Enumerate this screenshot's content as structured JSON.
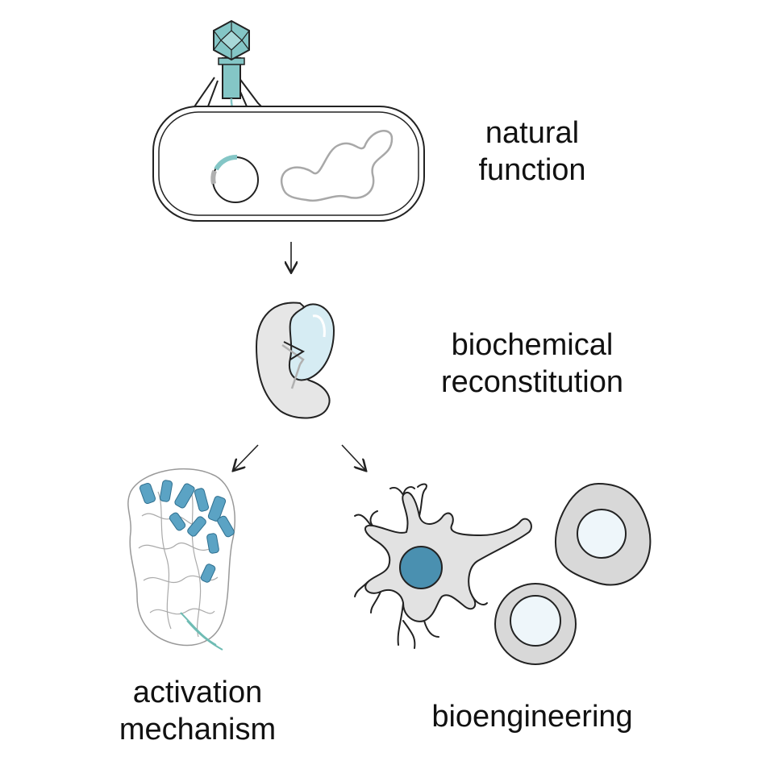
{
  "labels": {
    "natural_line1": "natural",
    "natural_line2": "function",
    "biochem_line1": "biochemical",
    "biochem_line2": "reconstitution",
    "activation_line1": "activation",
    "activation_line2": "mechanism",
    "bioengineering": "bioengineering"
  },
  "colors": {
    "phage_teal": "#84c6c6",
    "protein_blue": "#5ba3c4",
    "nucleus_blue": "#4a90b0",
    "cell_gray": "#e2e2e2",
    "outline": "#222222",
    "light_blue": "#d6ecf3"
  },
  "icons": {
    "phage": "bacteriophage-icon",
    "bacterium": "bacterial-cell-icon",
    "protein": "protein-complex-icon",
    "structure": "cryo-em-structure-icon",
    "neuron": "neuron-cell-icon",
    "round_cell": "round-cell-icon"
  }
}
